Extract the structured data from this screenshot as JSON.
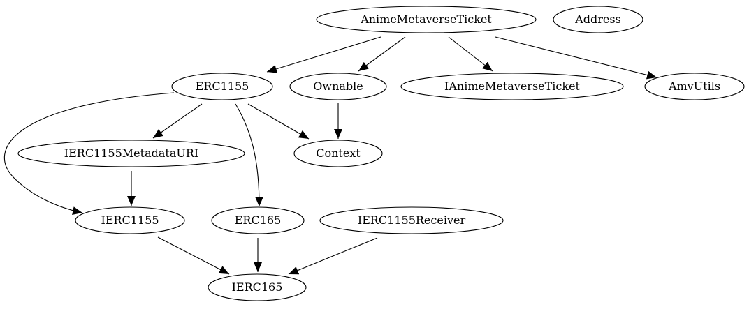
{
  "nodes": [
    {
      "id": "AnimeMetaverseTicket",
      "label": "AnimeMetaverseTicket"
    },
    {
      "id": "Address",
      "label": "Address"
    },
    {
      "id": "ERC1155",
      "label": "ERC1155"
    },
    {
      "id": "Ownable",
      "label": "Ownable"
    },
    {
      "id": "IAnimeMetaverseTicket",
      "label": "IAnimeMetaverseTicket"
    },
    {
      "id": "AmvUtils",
      "label": "AmvUtils"
    },
    {
      "id": "IERC1155MetadataURI",
      "label": "IERC1155MetadataURI"
    },
    {
      "id": "Context",
      "label": "Context"
    },
    {
      "id": "IERC1155",
      "label": "IERC1155"
    },
    {
      "id": "ERC165",
      "label": "ERC165"
    },
    {
      "id": "IERC1155Receiver",
      "label": "IERC1155Receiver"
    },
    {
      "id": "IERC165",
      "label": "IERC165"
    }
  ],
  "edges": [
    {
      "from": "AnimeMetaverseTicket",
      "to": "ERC1155"
    },
    {
      "from": "AnimeMetaverseTicket",
      "to": "Ownable"
    },
    {
      "from": "AnimeMetaverseTicket",
      "to": "IAnimeMetaverseTicket"
    },
    {
      "from": "AnimeMetaverseTicket",
      "to": "AmvUtils"
    },
    {
      "from": "ERC1155",
      "to": "IERC1155MetadataURI"
    },
    {
      "from": "ERC1155",
      "to": "Context"
    },
    {
      "from": "ERC1155",
      "to": "IERC1155"
    },
    {
      "from": "ERC1155",
      "to": "ERC165"
    },
    {
      "from": "Ownable",
      "to": "Context"
    },
    {
      "from": "IERC1155MetadataURI",
      "to": "IERC1155"
    },
    {
      "from": "IERC1155",
      "to": "IERC165"
    },
    {
      "from": "ERC165",
      "to": "IERC165"
    },
    {
      "from": "IERC1155Receiver",
      "to": "IERC165"
    }
  ]
}
